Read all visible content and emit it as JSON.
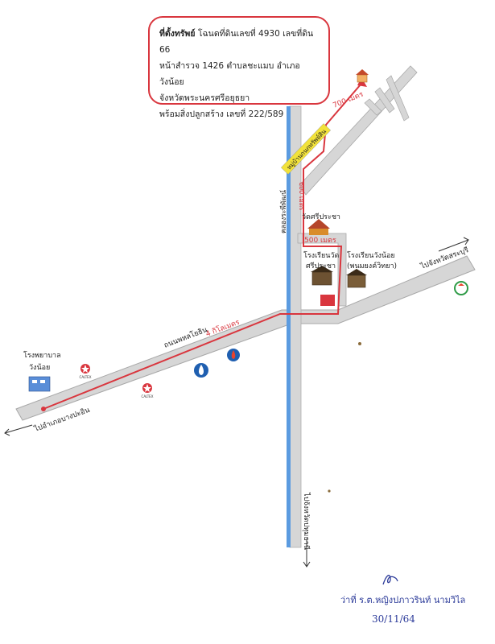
{
  "property": {
    "heading": "ที่ตั้งทรัพย์",
    "line1": "โฉนดที่ดินเลขที่ 4930 เลขที่ดิน 66",
    "line2": "หน้าสำรวจ 1426 ตำบลชะแมบ อำเภอวังน้อย",
    "line3": "จังหวัดพระนครศรีอยุธยา",
    "line4": "พร้อมสิ่งปลูกสร้าง เลขที่ 222/589"
  },
  "roads": {
    "main_road": "ถนนพหลโยธิน",
    "canal": "คลองระพีพัฒน์",
    "village": "หมู่บ้านกนกทรัพย์สิน",
    "to_north": "ไปจังหวัดสระบุรี",
    "to_west": "ไปอำเภอบางปะอิน",
    "to_south": "ไปจังหวัดปทุมธานี"
  },
  "distances": {
    "d4km": "4 กิโลเมตร",
    "d500": "500 เมตร",
    "d600": "600 เมตร",
    "d700": "700 เมตร"
  },
  "landmarks": {
    "hospital_1": "โรงพยาบาล",
    "hospital_2": "วังน้อย",
    "temple": "วัดศรีประชา",
    "school1_1": "โรงเรียนวัด",
    "school1_2": "ศรีประชา",
    "school2_1": "โรงเรียนวังน้อย",
    "school2_2": "(พนมยงค์วิทยา)",
    "caltex": "CALTEX"
  },
  "signature": {
    "name": "ว่าที่ ร.ต.หญิงปภาวรินท์ นามวิไล",
    "date": "30/11/64"
  },
  "colors": {
    "road": "#d6d6d6",
    "route": "#d9363e",
    "canal": "#5b9be0",
    "callout_border": "#d9363e"
  }
}
